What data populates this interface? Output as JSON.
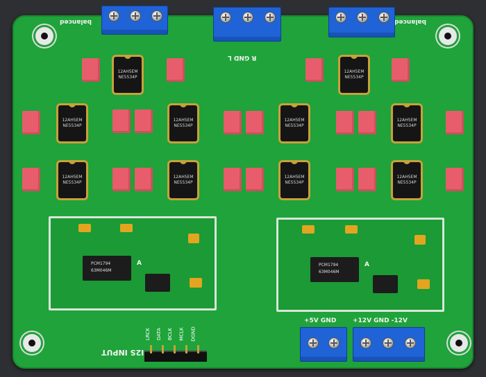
{
  "board": {
    "top_left_label": "balanced",
    "top_right_label": "balanced",
    "center_top_label": "R GND L",
    "op_amp_marking": "NE5534P",
    "op_amp_top_marking": "12AH5EM",
    "dac_chip_marking": "PCM1794",
    "dac_chip_code": "63M046M",
    "i2s_label": "I2S INPUT",
    "i2s_pins": [
      "LRCK",
      "DATA",
      "BCLK",
      "MCLK",
      "DGND"
    ],
    "power_5v_label": "+5V GND",
    "power_12v_label": "+12V GND -12V",
    "marks": [
      "A",
      "A"
    ]
  },
  "colors": {
    "pcb": "#1fa33a",
    "terminal": "#1f63d6",
    "capacitor": "#e85d6b",
    "ic_body": "#151515",
    "gold": "#c9a13a"
  }
}
